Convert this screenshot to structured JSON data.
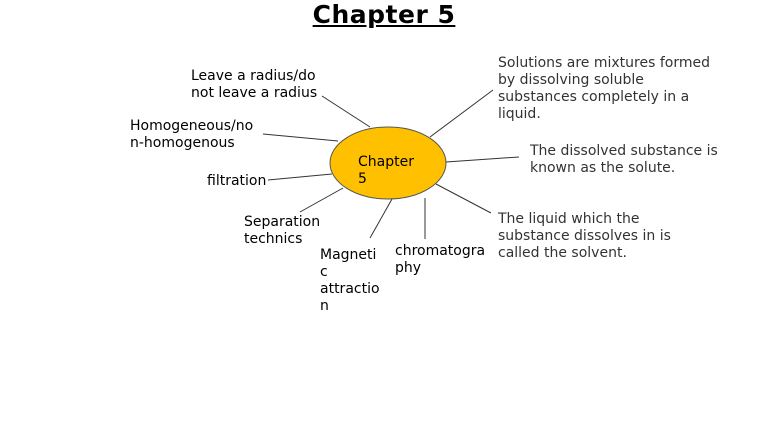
{
  "slide": {
    "title": "Chapter 5",
    "hub": {
      "label_line1": "Chapter",
      "label_line2": "5",
      "fill": "#FFC000",
      "stroke": "#555555"
    },
    "labels": {
      "radius": [
        "Leave a radius/do",
        "not leave a radius"
      ],
      "homogeneous": [
        "Homogeneous/no",
        "n-homogenous"
      ],
      "filtration": [
        "filtration"
      ],
      "separation": [
        "Separation",
        "technics"
      ],
      "magnetic": [
        "Magneti",
        "c",
        "attractio",
        "n"
      ],
      "chromatography": [
        "chromatogra",
        "phy"
      ],
      "solutions": [
        "Solutions are mixtures formed",
        "by dissolving soluble",
        "substances completely in a",
        "liquid."
      ],
      "solute": [
        "The dissolved substance is",
        "known as the solute."
      ],
      "solvent": [
        "The liquid which the",
        "substance dissolves in is",
        "called the solvent."
      ]
    }
  }
}
